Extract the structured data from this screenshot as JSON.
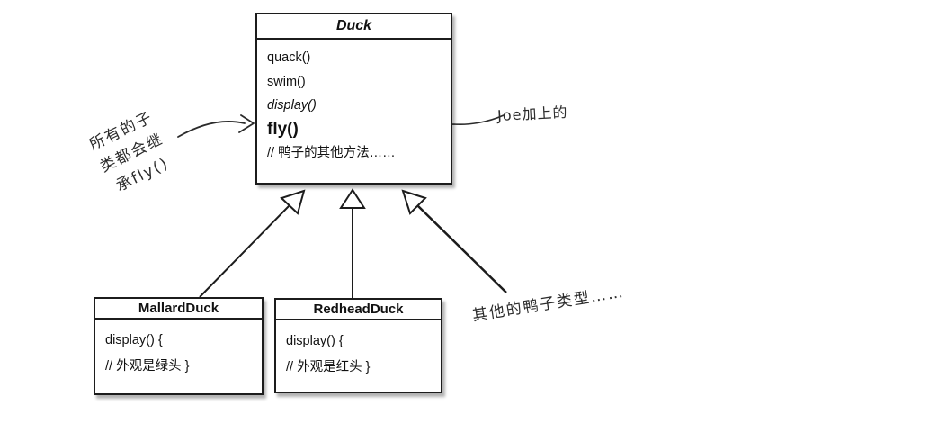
{
  "colors": {
    "background": "#ffffff",
    "line": "#1c1c1c",
    "text": "#111111",
    "handwriting": "#2b2b2b"
  },
  "duck_class": {
    "title": "Duck",
    "methods": [
      {
        "label": "quack()",
        "style": "regular"
      },
      {
        "label": "swim()",
        "style": "regular"
      },
      {
        "label": "display()",
        "style": "italic"
      },
      {
        "label": "fly()",
        "style": "bold"
      },
      {
        "label": "// 鸭子的其他方法……",
        "style": "comment"
      }
    ]
  },
  "mallard_class": {
    "title": "MallardDuck",
    "lines": [
      {
        "label": "display() {"
      },
      {
        "label": "// 外观是绿头 }"
      }
    ]
  },
  "redhead_class": {
    "title": "RedheadDuck",
    "lines": [
      {
        "label": "display() {"
      },
      {
        "label": "// 外观是红头 }"
      }
    ]
  },
  "annotations": {
    "left_note": {
      "line1": "所有的子",
      "line2": "类都会继",
      "line3": "承fly()"
    },
    "right_note": {
      "label": "Joe加上的"
    },
    "bottom_note": {
      "label": "其他的鸭子类型……"
    }
  }
}
